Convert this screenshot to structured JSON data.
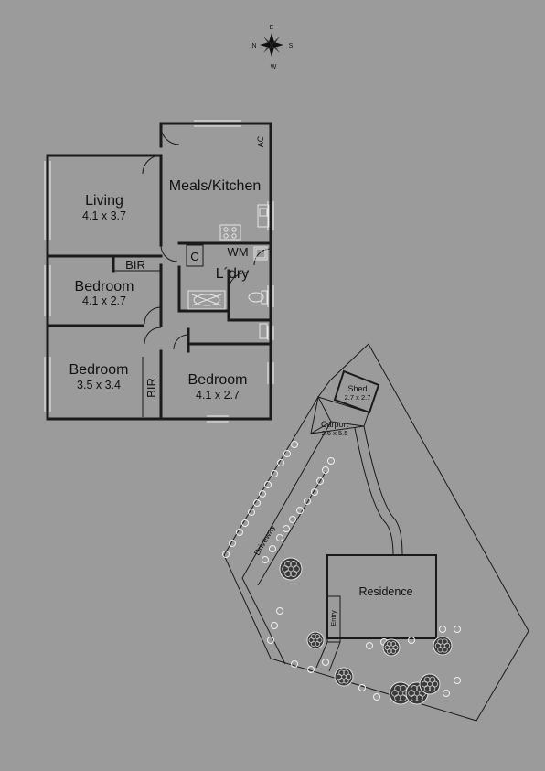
{
  "compass": {
    "n": "N",
    "e": "E",
    "s": "S",
    "w": "W"
  },
  "rooms": {
    "living": {
      "name": "Living",
      "dims": "4.1 x 3.7"
    },
    "meals_kitchen": {
      "name": "Meals/Kitchen"
    },
    "bedroom1": {
      "name": "Bedroom",
      "dims": "4.1 x 2.7"
    },
    "bedroom2": {
      "name": "Bedroom",
      "dims": "3.5 x 3.4"
    },
    "bedroom3": {
      "name": "Bedroom",
      "dims": "4.1 x 2.7"
    },
    "laundry": {
      "name": "L´dry"
    }
  },
  "fixtures": {
    "ac": "AC",
    "bir": "BIR",
    "bir_vertical": "BIR",
    "c": "C",
    "wm": "WM"
  },
  "site": {
    "shed": {
      "name": "Shed",
      "dims": "2.7 x 2.7"
    },
    "carport": {
      "name": "Carport",
      "dims": "2.6 x 5.5"
    },
    "driveway": "Driveway",
    "residence": "Residence",
    "entry": "Entry"
  }
}
